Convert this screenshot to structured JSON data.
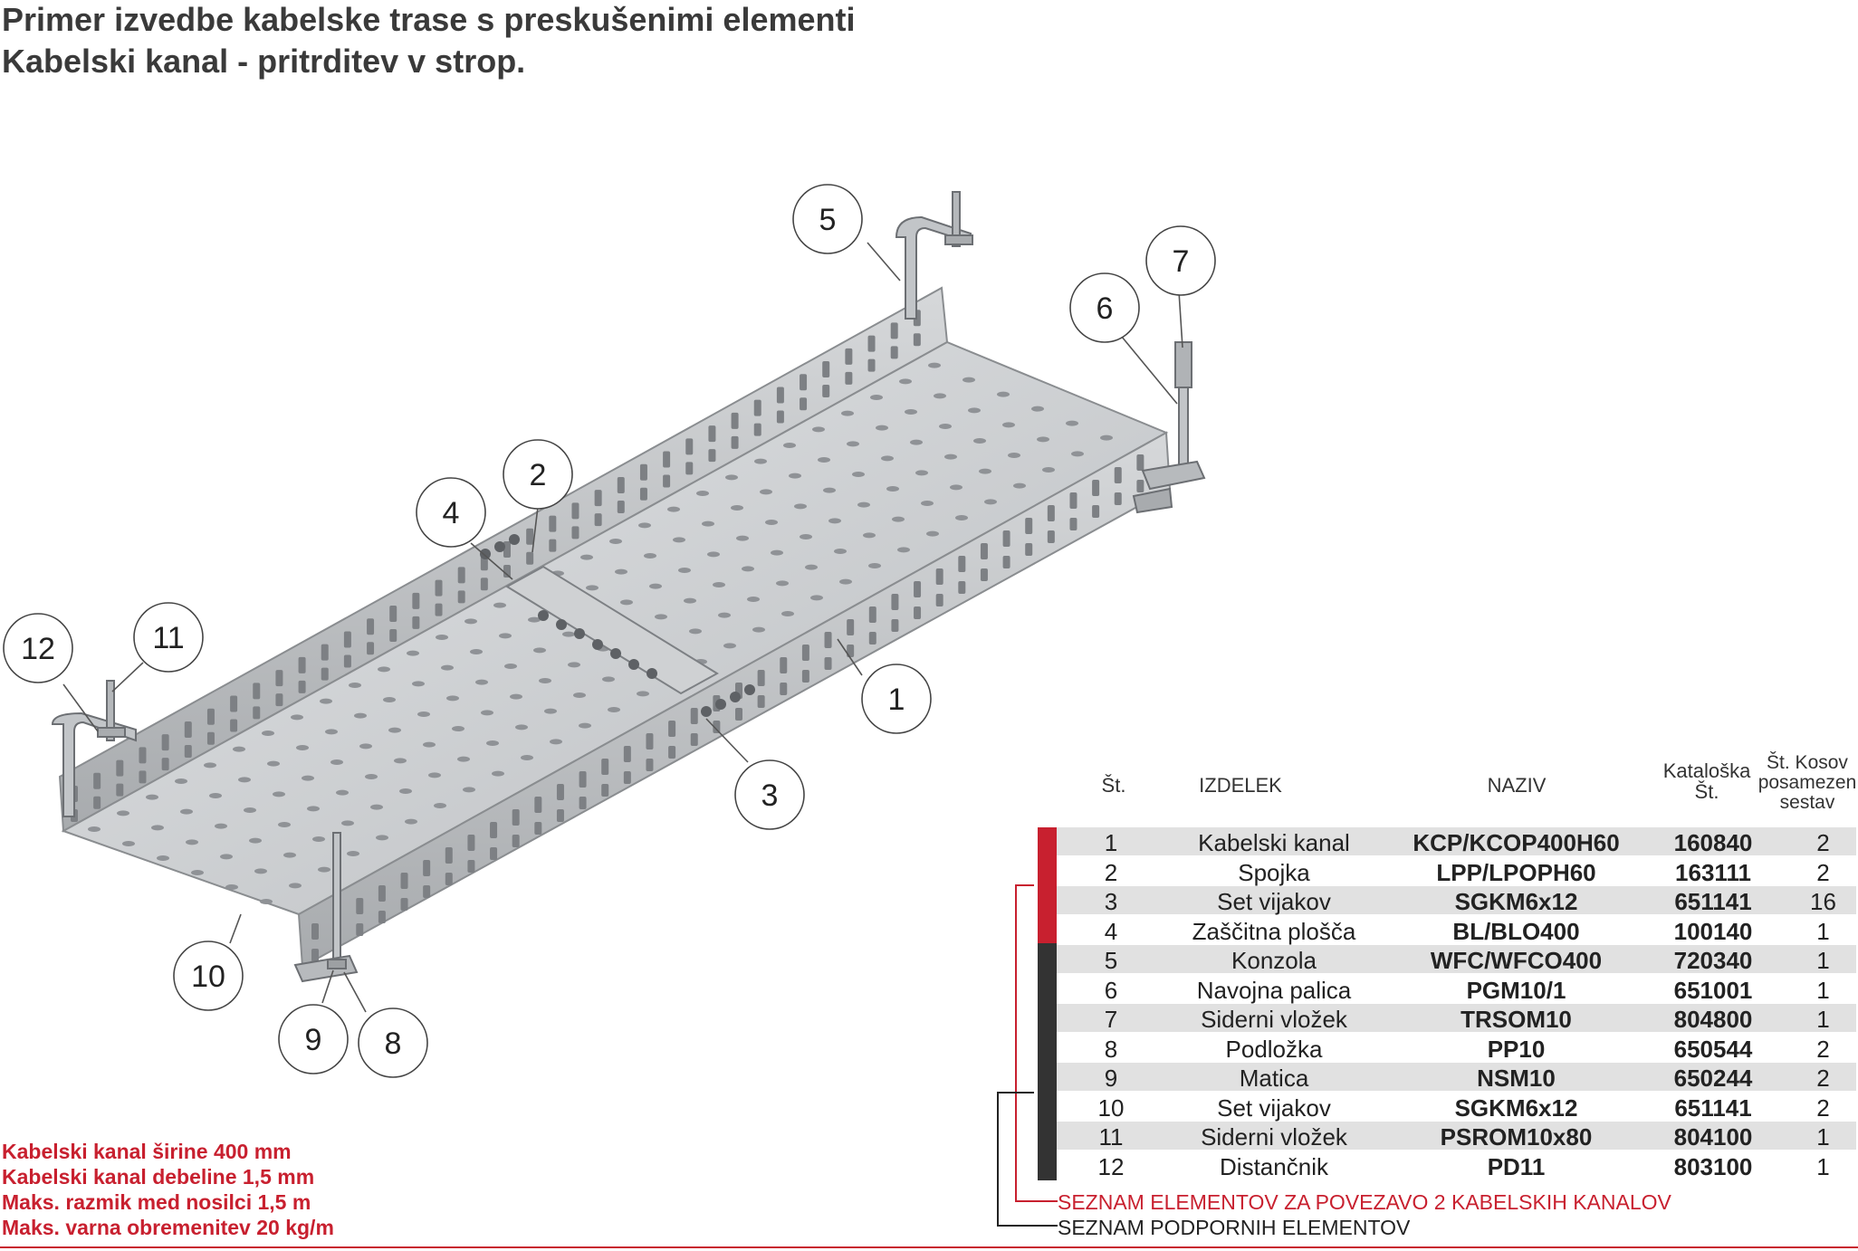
{
  "title": {
    "line1": "Primer izvedbe kabelske trase s preskušenimi elementi",
    "line2": "Kabelski kanal - pritrditev v strop."
  },
  "callouts": [
    "1",
    "2",
    "3",
    "4",
    "5",
    "6",
    "7",
    "8",
    "9",
    "10",
    "11",
    "12"
  ],
  "specs": [
    "Kabelski kanal širine 400 mm",
    "Kabelski kanal debeline 1,5 mm",
    "Maks. razmik med nosilci 1,5 m",
    "Maks. varna obremenitev 20 kg/m"
  ],
  "table": {
    "headers": {
      "no": "Št.",
      "product": "IZDELEK",
      "name": "NAZIV",
      "catalog_line1": "Kataloška",
      "catalog_line2": "Št.",
      "qty_line1": "Št. Kosov",
      "qty_line2": "posamezen",
      "qty_line3": "sestav"
    },
    "rows": [
      {
        "no": "1",
        "product": "Kabelski kanal",
        "name": "KCP/KCOP400H60",
        "catalog": "160840",
        "qty": "2",
        "group": "connection"
      },
      {
        "no": "2",
        "product": "Spojka",
        "name": "LPP/LPOPH60",
        "catalog": "163111",
        "qty": "2",
        "group": "connection"
      },
      {
        "no": "3",
        "product": "Set vijakov",
        "name": "SGKM6x12",
        "catalog": "651141",
        "qty": "16",
        "group": "connection"
      },
      {
        "no": "4",
        "product": "Zaščitna plošča",
        "name": "BL/BLO400",
        "catalog": "100140",
        "qty": "1",
        "group": "connection"
      },
      {
        "no": "5",
        "product": "Konzola",
        "name": "WFC/WFCO400",
        "catalog": "720340",
        "qty": "1",
        "group": "support"
      },
      {
        "no": "6",
        "product": "Navojna palica",
        "name": "PGM10/1",
        "catalog": "651001",
        "qty": "1",
        "group": "support"
      },
      {
        "no": "7",
        "product": "Siderni vložek",
        "name": "TRSOM10",
        "catalog": "804800",
        "qty": "1",
        "group": "support"
      },
      {
        "no": "8",
        "product": "Podložka",
        "name": "PP10",
        "catalog": "650544",
        "qty": "2",
        "group": "support"
      },
      {
        "no": "9",
        "product": "Matica",
        "name": "NSM10",
        "catalog": "650244",
        "qty": "2",
        "group": "support"
      },
      {
        "no": "10",
        "product": "Set vijakov",
        "name": "SGKM6x12",
        "catalog": "651141",
        "qty": "2",
        "group": "support"
      },
      {
        "no": "11",
        "product": "Siderni vložek",
        "name": "PSROM10x80",
        "catalog": "804100",
        "qty": "1",
        "group": "support"
      },
      {
        "no": "12",
        "product": "Distančnik",
        "name": "PD11",
        "catalog": "803100",
        "qty": "1",
        "group": "support"
      }
    ]
  },
  "legend": {
    "connection": "SEZNAM ELEMENTOV ZA POVEZAVO 2 KABELSKIH KANALOV",
    "support": "SEZNAM PODPORNIH ELEMENTOV"
  },
  "colors": {
    "red": "#c8202f",
    "dark": "#333333",
    "row_shade": "#e1e1e1",
    "tray_metal": "#c9cbcd"
  }
}
